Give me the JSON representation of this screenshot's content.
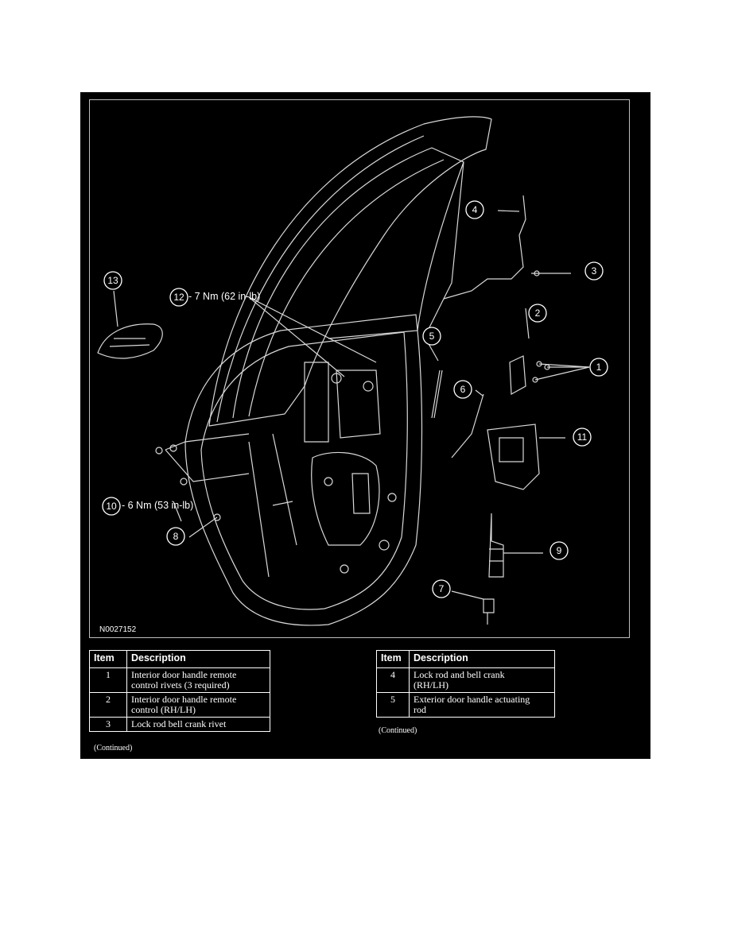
{
  "figure": {
    "id": "N0027152",
    "callouts": [
      {
        "n": "1"
      },
      {
        "n": "2"
      },
      {
        "n": "3"
      },
      {
        "n": "4"
      },
      {
        "n": "5"
      },
      {
        "n": "6"
      },
      {
        "n": "7"
      },
      {
        "n": "8"
      },
      {
        "n": "9"
      },
      {
        "n": "10",
        "text": "- 6 Nm (53 in-lb)"
      },
      {
        "n": "11"
      },
      {
        "n": "12",
        "text": "- 7 Nm (62 in-lb)"
      },
      {
        "n": "13"
      }
    ]
  },
  "table_left": {
    "headers": [
      "Item",
      "Description"
    ],
    "rows": [
      {
        "item": "1",
        "description": [
          "Interior door handle remote",
          "control rivets (3 required)"
        ]
      },
      {
        "item": "2",
        "description": [
          "Interior door handle remote",
          "control (RH/LH)"
        ]
      },
      {
        "item": "3",
        "description": [
          "Lock rod bell crank rivet"
        ]
      }
    ],
    "continued": "(Continued)"
  },
  "table_right": {
    "headers": [
      "Item",
      "Description"
    ],
    "rows": [
      {
        "item": "4",
        "description": [
          "Lock rod and bell crank",
          "(RH/LH)"
        ]
      },
      {
        "item": "5",
        "description": [
          "Exterior door handle actuating",
          "rod"
        ]
      }
    ],
    "continued": "(Continued)"
  }
}
